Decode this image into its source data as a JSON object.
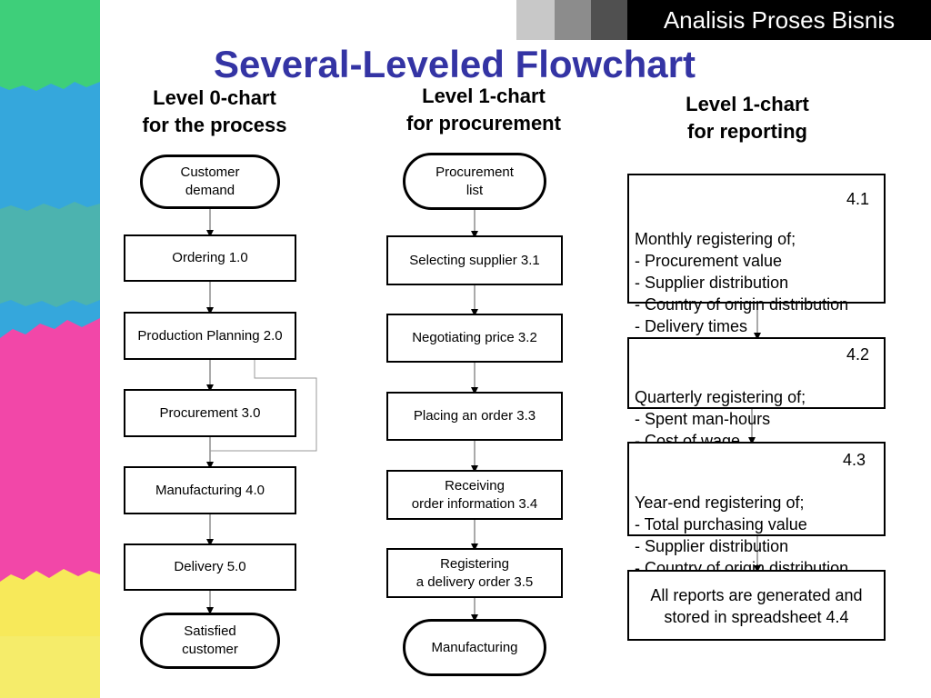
{
  "banner": {
    "text": "Analisis Proses Bisnis"
  },
  "title": "Several-Leveled Flowchart",
  "columns": [
    {
      "heading": "Level 0-chart\nfor the process",
      "nodes": [
        {
          "text": "Customer\ndemand"
        },
        {
          "text": "Ordering 1.0"
        },
        {
          "text": "Production Planning 2.0"
        },
        {
          "text": "Procurement 3.0"
        },
        {
          "text": "Manufacturing 4.0"
        },
        {
          "text": "Delivery 5.0"
        },
        {
          "text": "Satisfied\ncustomer"
        }
      ]
    },
    {
      "heading": "Level 1-chart\nfor procurement",
      "nodes": [
        {
          "text": "Procurement\nlist"
        },
        {
          "text": "Selecting supplier 3.1"
        },
        {
          "text": "Negotiating price 3.2"
        },
        {
          "text": "Placing an order 3.3"
        },
        {
          "text": "Receiving\norder information 3.4"
        },
        {
          "text": "Registering\na delivery order 3.5"
        },
        {
          "text": "Manufacturing"
        }
      ]
    },
    {
      "heading": "Level 1-chart\nfor reporting",
      "nodes": [
        {
          "text": "Monthly registering of;\n- Procurement value\n- Supplier distribution\n- Country of origin distribution\n- Delivery times",
          "number": "4.1"
        },
        {
          "text": "Quarterly registering of;\n- Spent man-hours\n- Cost of wage",
          "number": "4.2"
        },
        {
          "text": "Year-end registering of;\n- Total purchasing value\n- Supplier distribution\n- Country of origin distribution",
          "number": "4.3"
        },
        {
          "text": "All reports are generated and\nstored in spreadsheet 4.4"
        }
      ]
    }
  ]
}
